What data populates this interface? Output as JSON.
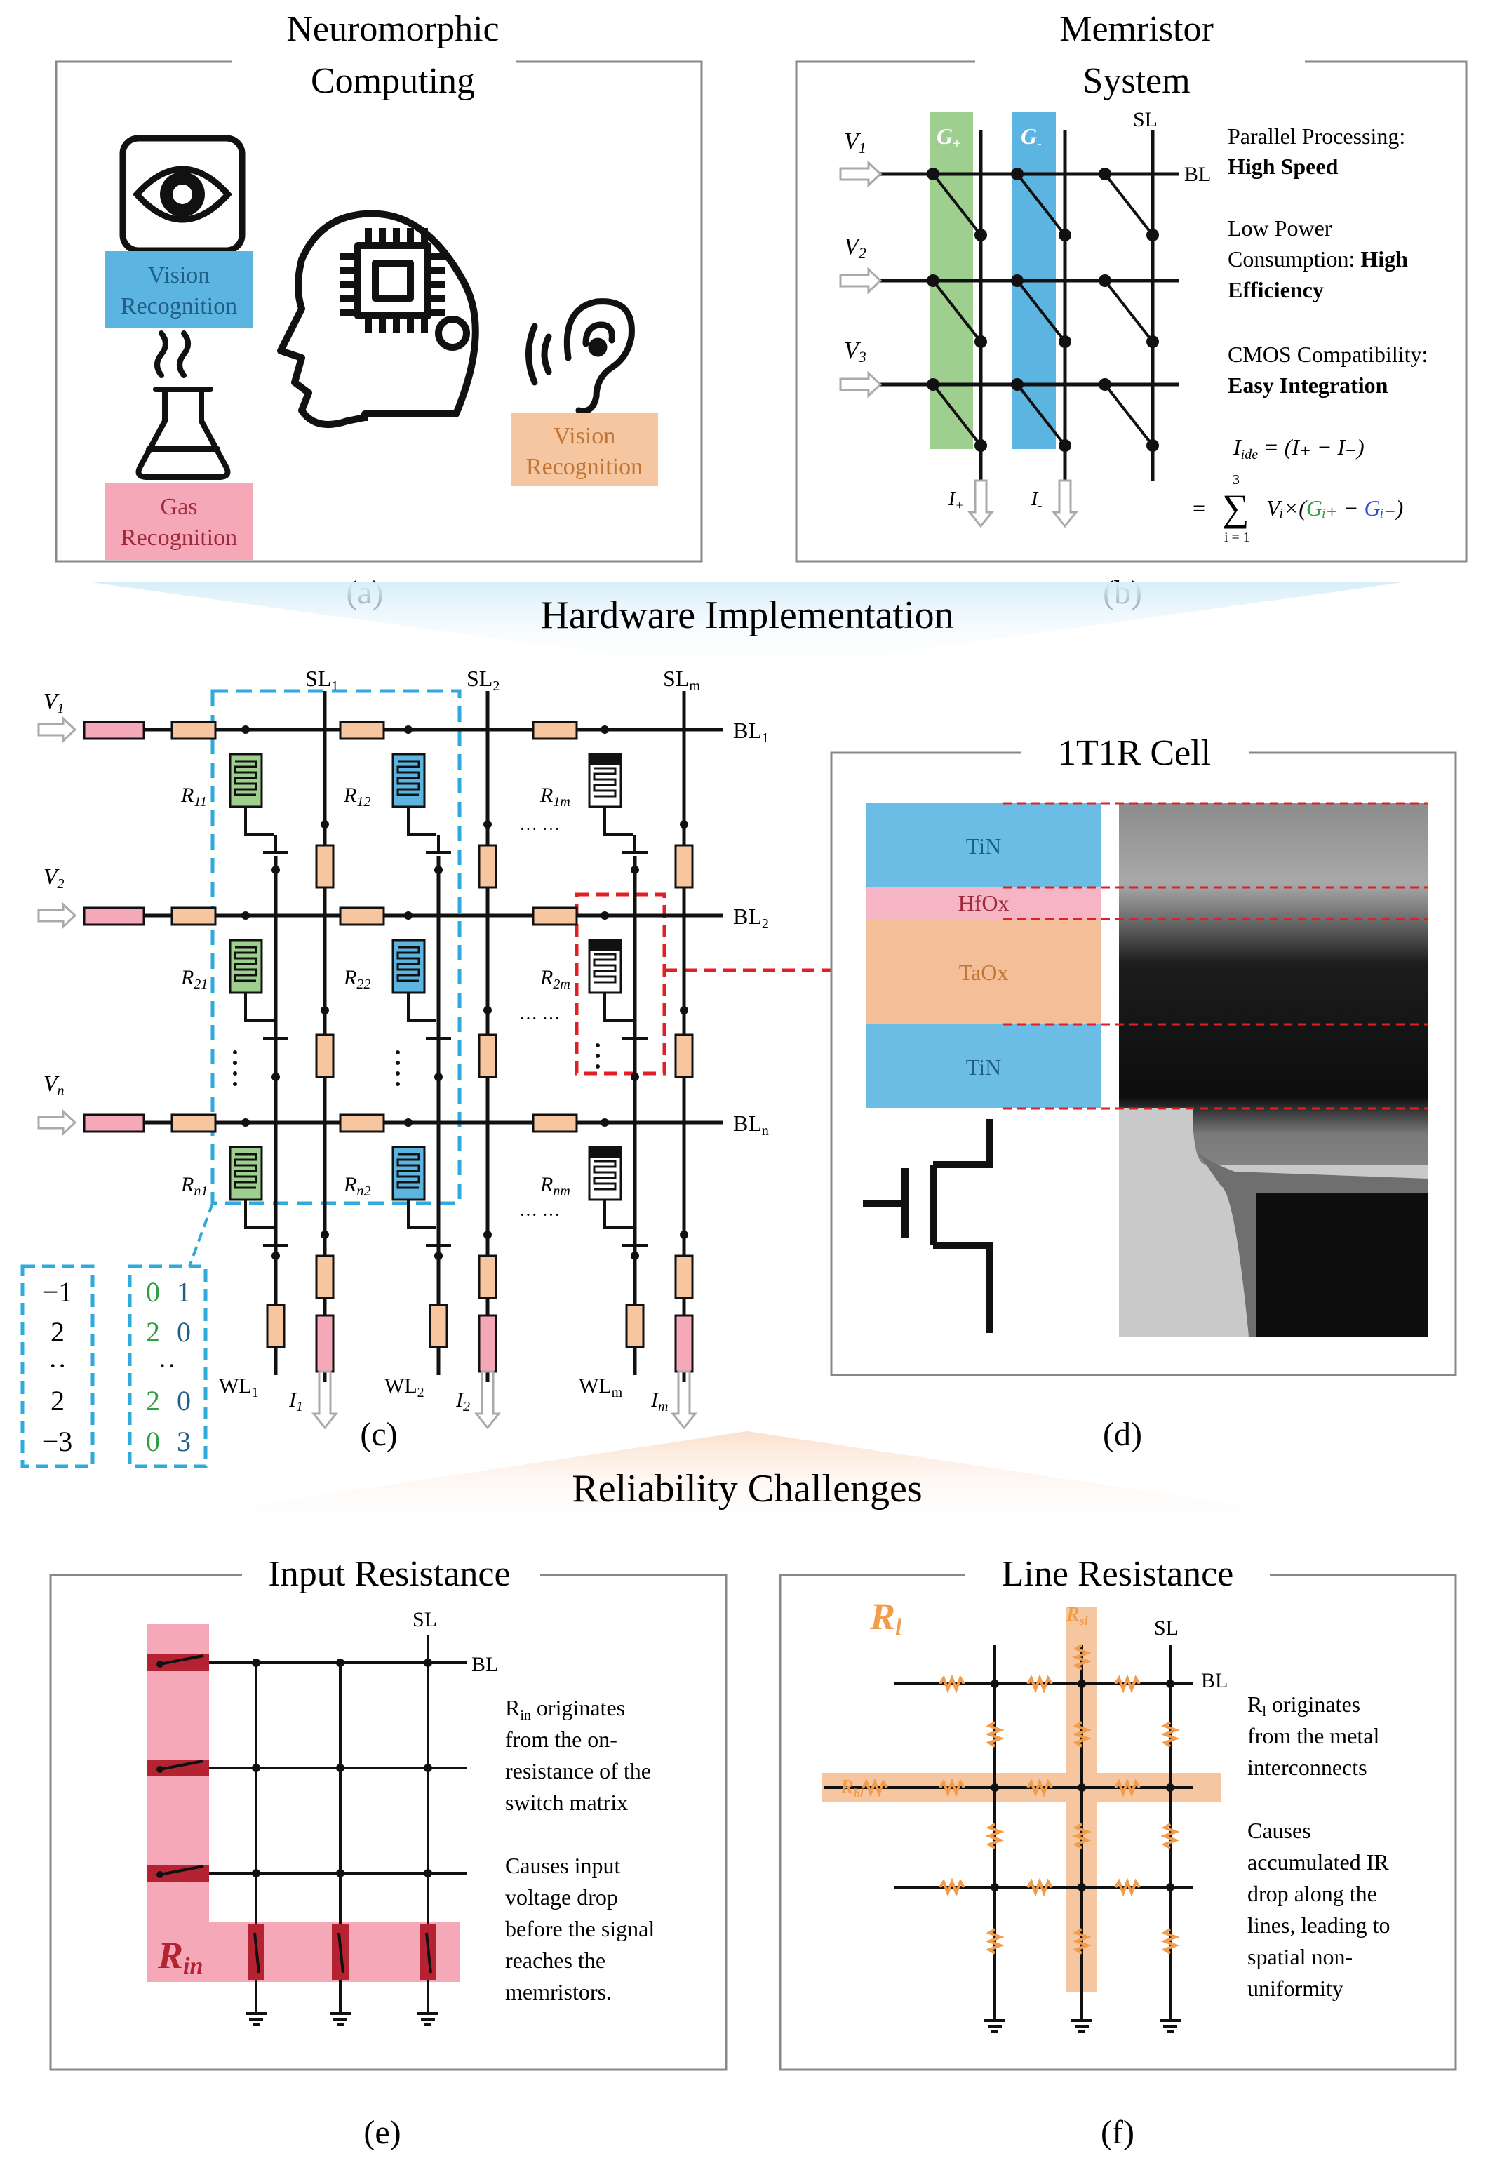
{
  "colors": {
    "green": "#9fcf8f",
    "blue": "#5bb5e0",
    "pink": "#f5a9b8",
    "orange_box": "#f6c6a0",
    "tin": "#6cbde6",
    "hfox": "#f5b5c4",
    "taox": "#f4bf98",
    "line_orange": "#f39c4a",
    "rin_dark": "#b52232",
    "dashed_blue": "#2eaadc",
    "dashed_red": "#e01f26"
  },
  "panel_a": {
    "title_line1": "Neuromorphic",
    "title_line2": "Computing",
    "label": "(a)",
    "vision_line1": "Vision",
    "vision_line2": "Recognition",
    "gas_line1": "Gas",
    "gas_line2": "Recognition",
    "hearing_line1": "Vision",
    "hearing_line2": "Recognition",
    "icons": [
      "eye-icon",
      "flask-icon",
      "head-chip-icon",
      "ear-icon"
    ]
  },
  "panel_b": {
    "title_line1": "Memristor",
    "title_line2": "System",
    "label": "(b)",
    "v_labels": [
      "V",
      "V",
      "V"
    ],
    "v_subs": [
      "1",
      "2",
      "3"
    ],
    "g_plus": "G",
    "g_plus_sub": "+",
    "g_minus": "G",
    "g_minus_sub": "-",
    "sl": "SL",
    "bl": "BL",
    "i_plus": "I",
    "i_plus_sub": "+",
    "i_minus": "I",
    "i_minus_sub": "-",
    "feature1_a": "Parallel Processing:",
    "feature1_b": "High Speed",
    "feature2_a": "Low Power",
    "feature2_b": "Consumption: ",
    "feature2_c": "High",
    "feature2_d": "Efficiency",
    "feature3_a": "CMOS Compatibility:",
    "feature3_b": "Easy Integration",
    "eq1_lhs": "I",
    "eq1_lhs_sub": "ide",
    "eq1_rhs": "= (I₊ − I₋)",
    "eq2_prefix": "=",
    "eq2_sum": "∑",
    "eq2_sum_top": "3",
    "eq2_sum_bottom": "i = 1",
    "eq2_body": "Vᵢ×(",
    "eq2_gplus": "Gᵢ₊",
    "eq2_minus": " − ",
    "eq2_gminus": "Gᵢ₋",
    "eq2_close": ")"
  },
  "banner1": {
    "text": "Hardware Implementation"
  },
  "panel_c": {
    "label": "(c)",
    "v_subs": [
      "1",
      "2",
      "n"
    ],
    "bl_subs": [
      "1",
      "2",
      "n"
    ],
    "sl_subs": [
      "1",
      "2",
      "m"
    ],
    "wl_subs": [
      "1",
      "2",
      "m"
    ],
    "i_subs": [
      "1",
      "2",
      "m"
    ],
    "r_subs": [
      [
        "11",
        "12",
        "1m"
      ],
      [
        "21",
        "22",
        "2m"
      ],
      [
        "n1",
        "n2",
        "nm"
      ]
    ],
    "dots": "··· ···",
    "vector_left": [
      "−1",
      "2",
      "··",
      "2",
      "−3"
    ],
    "matrix_col1": [
      "0",
      "2",
      "··",
      "2",
      "0"
    ],
    "matrix_col2": [
      "1",
      "0",
      "",
      "0",
      "3"
    ]
  },
  "panel_d": {
    "title": "1T1R Cell",
    "label": "(d)",
    "layers": [
      "TiN",
      "HfOx",
      "TaOx",
      "TiN"
    ]
  },
  "banner2": {
    "text": "Reliability Challenges"
  },
  "panel_e": {
    "title": "Input Resistance",
    "label": "(e)",
    "sl": "SL",
    "bl": "BL",
    "rin": "R",
    "rin_sub": "in",
    "text1": [
      "R",
      "in",
      " originates",
      "from the on-",
      "resistance of the",
      "switch matrix"
    ],
    "text2": [
      "Causes input",
      "voltage drop",
      "before the signal",
      "reaches the",
      "memristors."
    ]
  },
  "panel_f": {
    "title": "Line Resistance",
    "label": "(f)",
    "sl": "SL",
    "bl": "BL",
    "rl": "R",
    "rl_sub": "l",
    "rsl": "R",
    "rsl_sub": "sl",
    "rbl": "R",
    "rbl_sub": "bl",
    "text1": [
      "R",
      "l",
      " originates",
      "from the metal",
      "interconnects"
    ],
    "text2": [
      "Causes",
      "accumulated IR",
      "drop along the",
      "lines, leading to",
      "spatial non-",
      "uniformity"
    ]
  }
}
